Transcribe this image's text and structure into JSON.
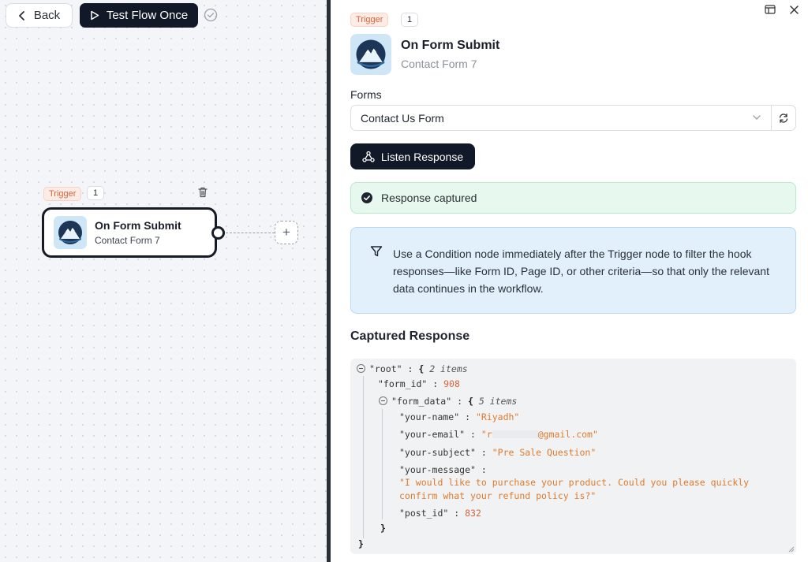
{
  "toolbar": {
    "back_label": "Back",
    "test_label": "Test Flow Once",
    "check_icon": "check-circle-icon"
  },
  "node": {
    "badge": "Trigger",
    "count": "1",
    "title": "On Form Submit",
    "subtitle": "Contact Form 7",
    "add_symbol": "+"
  },
  "panel": {
    "badge": "Trigger",
    "count": "1",
    "title": "On Form Submit",
    "subtitle": "Contact Form 7",
    "forms_label": "Forms",
    "forms_value": "Contact Us Form",
    "listen_label": "Listen Response",
    "captured_text": "Response captured",
    "info_text": "Use a Condition node immediately after the Trigger node to filter the hook responses—like Form ID, Page ID, or other criteria—so that only the relevant data continues in the workflow.",
    "section_title": "Captured Response"
  },
  "json_view": {
    "root_key": "\"root\"",
    "root_count": "2 items",
    "form_id_key": "\"form_id\"",
    "form_id_val": "908",
    "form_data_key": "\"form_data\"",
    "form_data_count": "5 items",
    "name_key": "\"your-name\"",
    "name_val": "\"Riyadh\"",
    "email_key": "\"your-email\"",
    "email_prefix": "\"r",
    "email_suffix": "@gmail.com\"",
    "subject_key": "\"your-subject\"",
    "subject_val": "\"Pre Sale Question\"",
    "message_key": "\"your-message\"",
    "message_line1": "\"I would like to purchase your product. Could you please quickly",
    "message_line2": "confirm what your refund policy is?\"",
    "post_id_key": "\"post_id\"",
    "post_id_val": "832"
  },
  "colors": {
    "dark": "#111827",
    "trigger_badge": "#d9643b",
    "success_bg": "#e7f8ee",
    "info_bg": "#e1f0fb"
  }
}
